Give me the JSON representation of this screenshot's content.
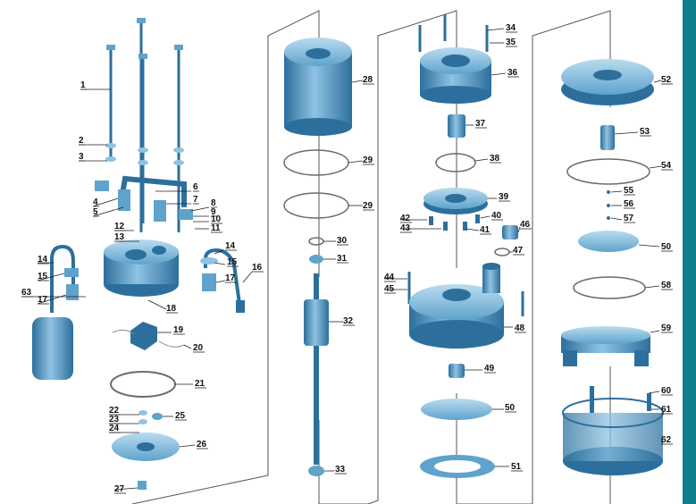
{
  "callouts": [
    "1",
    "2",
    "3",
    "4",
    "5",
    "6",
    "7",
    "8",
    "9",
    "10",
    "11",
    "12",
    "13",
    "14",
    "14",
    "15",
    "15",
    "16",
    "17",
    "17",
    "18",
    "19",
    "20",
    "21",
    "22",
    "23",
    "24",
    "25",
    "26",
    "27",
    "28",
    "29",
    "29",
    "30",
    "31",
    "32",
    "33",
    "34",
    "35",
    "36",
    "37",
    "38",
    "39",
    "40",
    "41",
    "42",
    "43",
    "44",
    "45",
    "46",
    "47",
    "48",
    "49",
    "50",
    "51",
    "52",
    "53",
    "54",
    "55",
    "56",
    "57",
    "50",
    "58",
    "59",
    "60",
    "61",
    "62",
    "63"
  ],
  "colors": {
    "part_fill": "#5fa3cc",
    "part_dark": "#2d6f9c",
    "part_light": "#a9d2ea",
    "accent_bar": "#0f7f8c",
    "ring_stroke": "#6b6b6b"
  }
}
